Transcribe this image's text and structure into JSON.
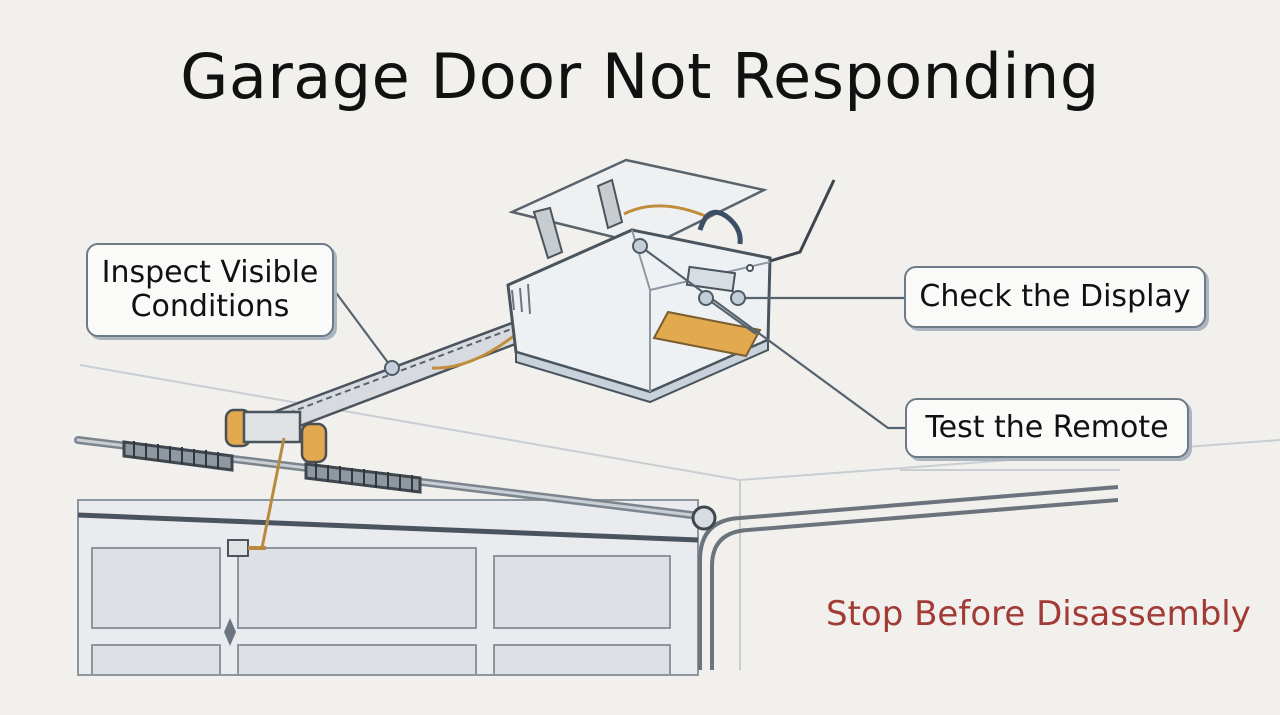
{
  "title": "Garage Door Not Responding",
  "callouts": {
    "inspect": "Inspect Visible Conditions",
    "display": "Check the Display",
    "remote": "Test the Remote"
  },
  "warning": "Stop Before Disassembly",
  "colors": {
    "background": "#f1f0ec",
    "leader_line": "#56636f",
    "warning_text": "#a23a36",
    "motor_body": "#eef1f3",
    "light_lens": "#e2a94e"
  },
  "icons": {
    "opener": "garage-door-opener-unit",
    "rail": "opener-rail",
    "spring": "torsion-spring",
    "door": "garage-door-panels"
  }
}
